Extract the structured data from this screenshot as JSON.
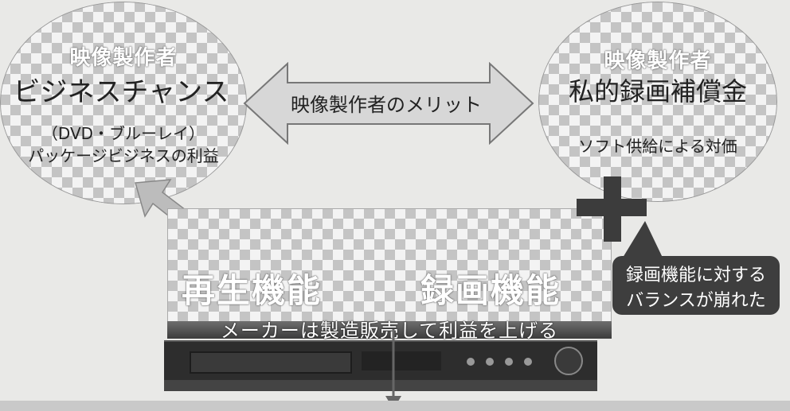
{
  "left_circle": {
    "tag": "映像製作者",
    "title": "ビジネスチャンス",
    "line1": "（DVD・ブルーレイ）",
    "line2": "パッケージビジネスの利益"
  },
  "right_circle": {
    "tag": "映像製作者",
    "title": "私的録画補償金",
    "line1": "ソフト供給による対価"
  },
  "merit_arrow": {
    "label": "映像製作者のメリット"
  },
  "device": {
    "play_label": "再生機能",
    "record_label": "録画機能",
    "maker_label": "メーカーは製造販売して利益を上げる"
  },
  "callout": {
    "line1": "録画機能に対する",
    "line2": "バランスが崩れた"
  },
  "colors": {
    "callout_bg": "#3e3e3e",
    "check_dark": "#c4c4c4",
    "check_light": "#f3f3f3"
  }
}
